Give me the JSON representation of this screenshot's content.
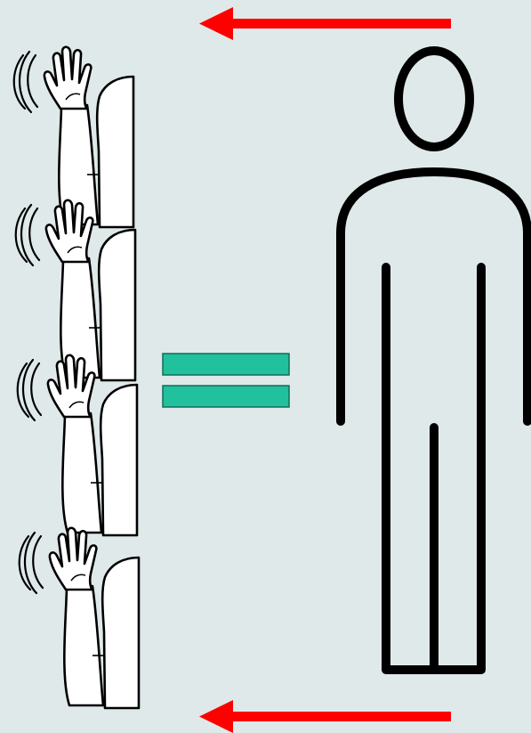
{
  "background_color": "#dfe9ea",
  "arrow_color": "#ff0000",
  "equals_color": "#20c19c",
  "equals_border_color": "#0e6e57",
  "figure_color": "#000000",
  "arrows": [
    {
      "direction": "left",
      "icon": "left-arrow-icon"
    },
    {
      "direction": "left",
      "icon": "left-arrow-icon"
    }
  ],
  "waving_hands": {
    "count": 4,
    "icon": "waving-hand-icon"
  },
  "equals_sign": {
    "icon": "equals-icon"
  },
  "person": {
    "icon": "person-outline-icon"
  }
}
